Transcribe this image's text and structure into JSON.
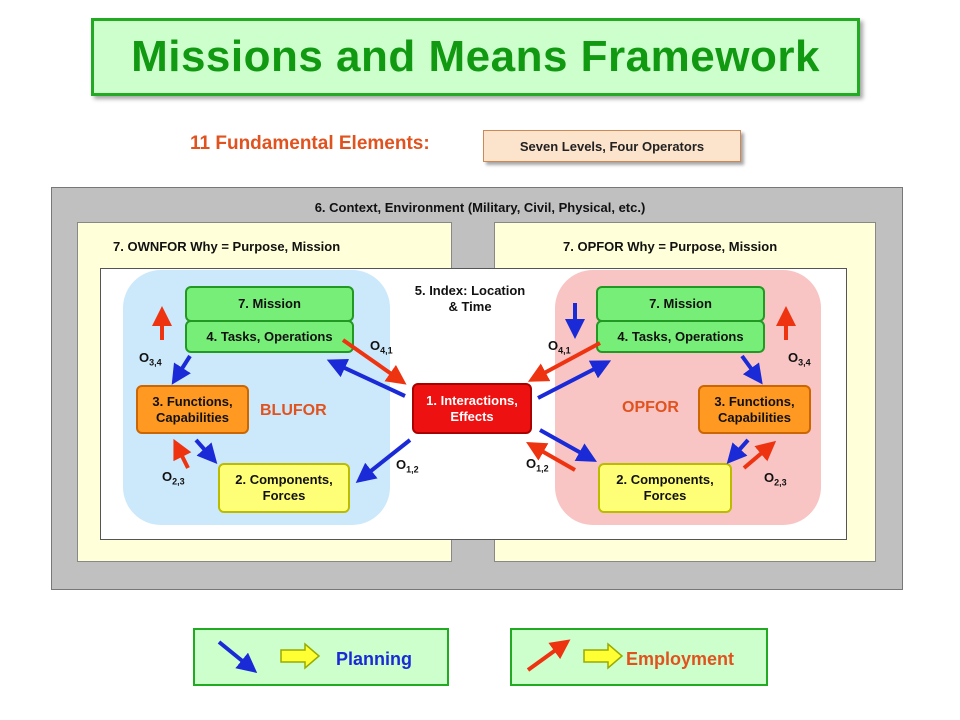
{
  "title": "Missions and Means Framework",
  "subtitle": "11 Fundamental Elements:",
  "levels_operators": "Seven Levels, Four Operators",
  "context_label": "6. Context, Environment (Military, Civil, Physical, etc.)",
  "ownfor_label": "7. OWNFOR  Why = Purpose, Mission",
  "opfor_label": "7. OPFOR Why = Purpose, Mission",
  "index_label_1": "5. Index:  Location",
  "index_label_2": "& Time",
  "interactions": [
    "1. Interactions,",
    "Effects"
  ],
  "blufor": {
    "side_label": "BLUFOR",
    "mission": "7. Mission",
    "tasks": "4. Tasks, Operations",
    "functions": [
      "3. Functions,",
      "Capabilities"
    ],
    "components": [
      "2. Components,",
      "Forces"
    ]
  },
  "opfor": {
    "side_label": "OPFOR",
    "mission": "7. Mission",
    "tasks": "4. Tasks, Operations",
    "functions": [
      "3. Functions,",
      "Capabilities"
    ],
    "components": [
      "2. Components,",
      "Forces"
    ]
  },
  "operators": {
    "o34": {
      "base": "O",
      "sub": "3,4"
    },
    "o23": {
      "base": "O",
      "sub": "2,3"
    },
    "o41": {
      "base": "O",
      "sub": "4,1"
    },
    "o12": {
      "base": "O",
      "sub": "1,2"
    }
  },
  "legend": {
    "planning": "Planning",
    "employment": "Employment"
  },
  "colors": {
    "planning_arrow": "#1a2ad6",
    "employment_arrow": "#ee3311",
    "title_green": "#119911",
    "accent_orange": "#e0531f"
  }
}
